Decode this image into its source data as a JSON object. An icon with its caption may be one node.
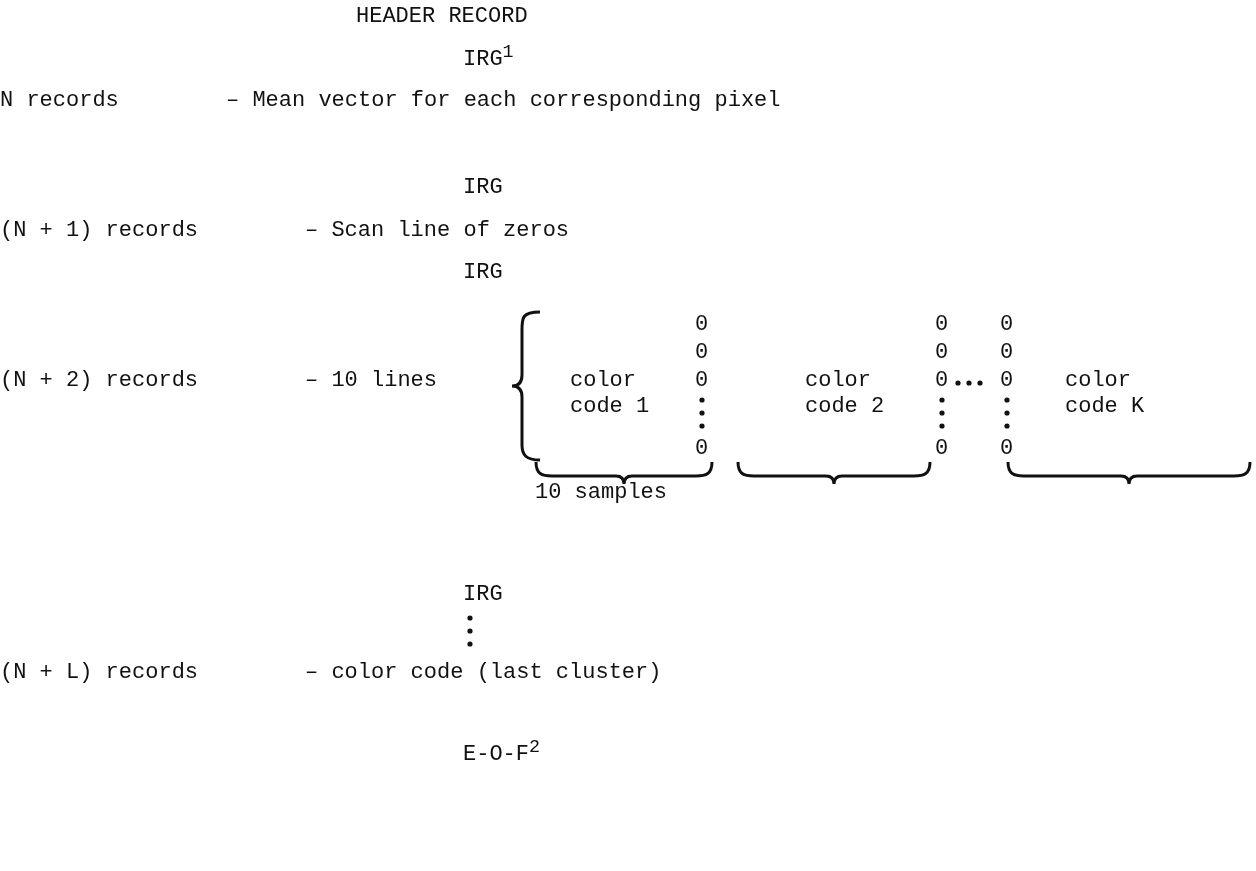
{
  "diagram": {
    "labels": [
      "HEADER RECORD",
      "IRG$^{1}$",
      "N records",
      "– Mean vector for each corresponding pixel",
      "IRG",
      "(N + 1) records",
      "– Scan line of zeros",
      "IRG",
      "0",
      "0",
      "0",
      "0",
      "0",
      "0",
      "(N + 2) records",
      "– 10 lines",
      "color code 1",
      "0",
      "color code 2",
      "0",
      "0",
      "color code K",
      "0",
      "0",
      "0",
      "10 samples",
      "IRG",
      "(N + L) records",
      "– color code (last cluster)",
      "E-O-F$^{2}$"
    ]
  }
}
